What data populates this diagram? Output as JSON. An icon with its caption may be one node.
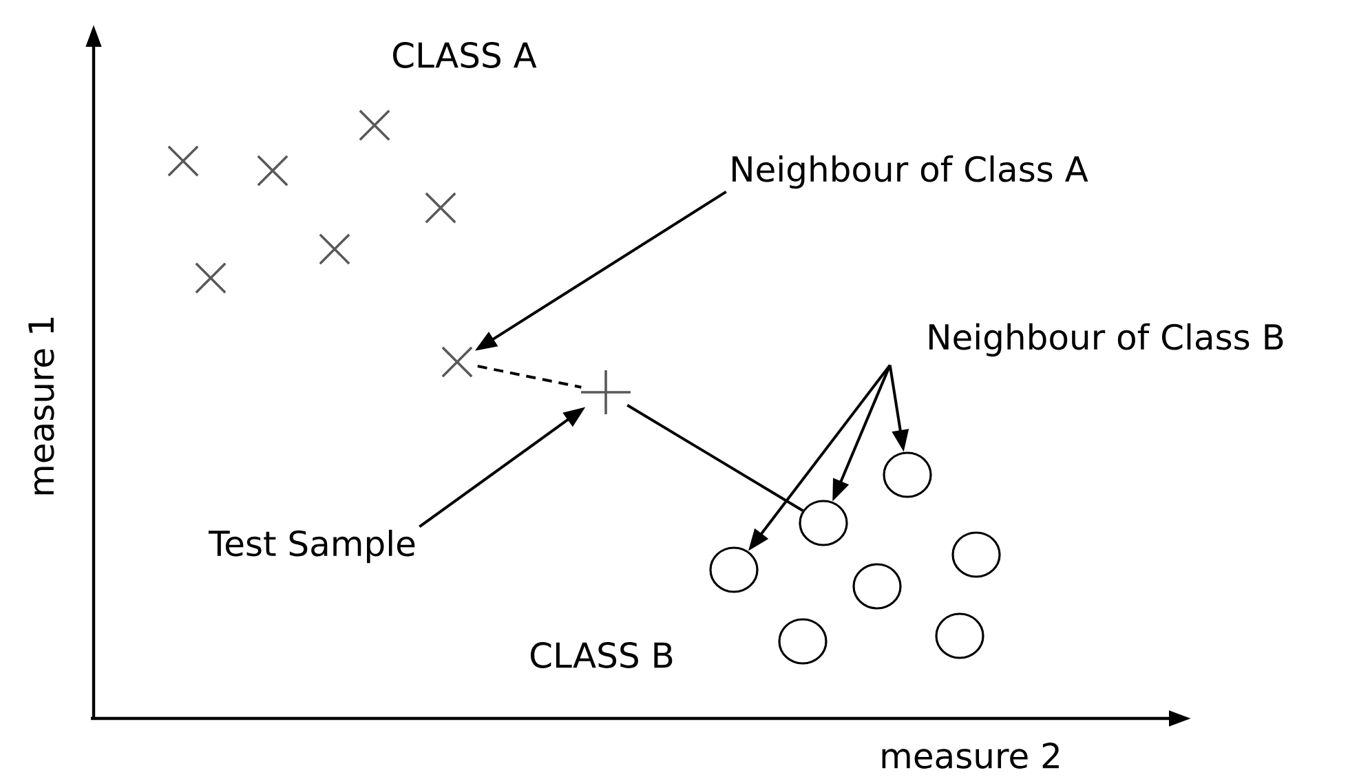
{
  "diagram": {
    "nodes": [
      {
        "text": [
          "Neighbour of Class A"
        ]
      },
      {
        "text": [],
        "shape": "cross"
      },
      {
        "text": [
          "Neighbour of Class B"
        ]
      },
      {
        "text": [],
        "shape": "plus"
      },
      {
        "text": [
          "Test Sample"
        ]
      },
      {
        "text": [],
        "shape": "circle"
      },
      {
        "text": [],
        "shape": "circle"
      },
      {
        "text": [],
        "shape": "circle"
      },
      {
        "text": [],
        "shape": "cross"
      },
      {
        "text": [],
        "shape": "cross"
      },
      {
        "text": [],
        "shape": "cross"
      },
      {
        "text": [],
        "shape": "cross"
      },
      {
        "text": [],
        "shape": "cross"
      },
      {
        "text": [],
        "shape": "cross"
      },
      {
        "text": [],
        "shape": "circle"
      },
      {
        "text": [],
        "shape": "circle"
      },
      {
        "text": [],
        "shape": "circle"
      },
      {
        "text": [],
        "shape": "circle"
      }
    ],
    "edges": [
      {
        "from": 0,
        "to": 1,
        "arrow": "to"
      },
      {
        "from": 1,
        "to": 3,
        "arrow": "none",
        "style": "dashed"
      },
      {
        "from": 4,
        "to": 3,
        "arrow": "to"
      },
      {
        "from": 3,
        "to": 6,
        "arrow": "none"
      },
      {
        "from": 2,
        "to": 7,
        "arrow": "to"
      },
      {
        "from": 2,
        "to": 6,
        "arrow": "to"
      },
      {
        "from": 2,
        "to": 5,
        "arrow": "to"
      }
    ],
    "labels": [
      "CLASS A",
      "measure 1",
      "CLASS B",
      "measure 2"
    ]
  }
}
